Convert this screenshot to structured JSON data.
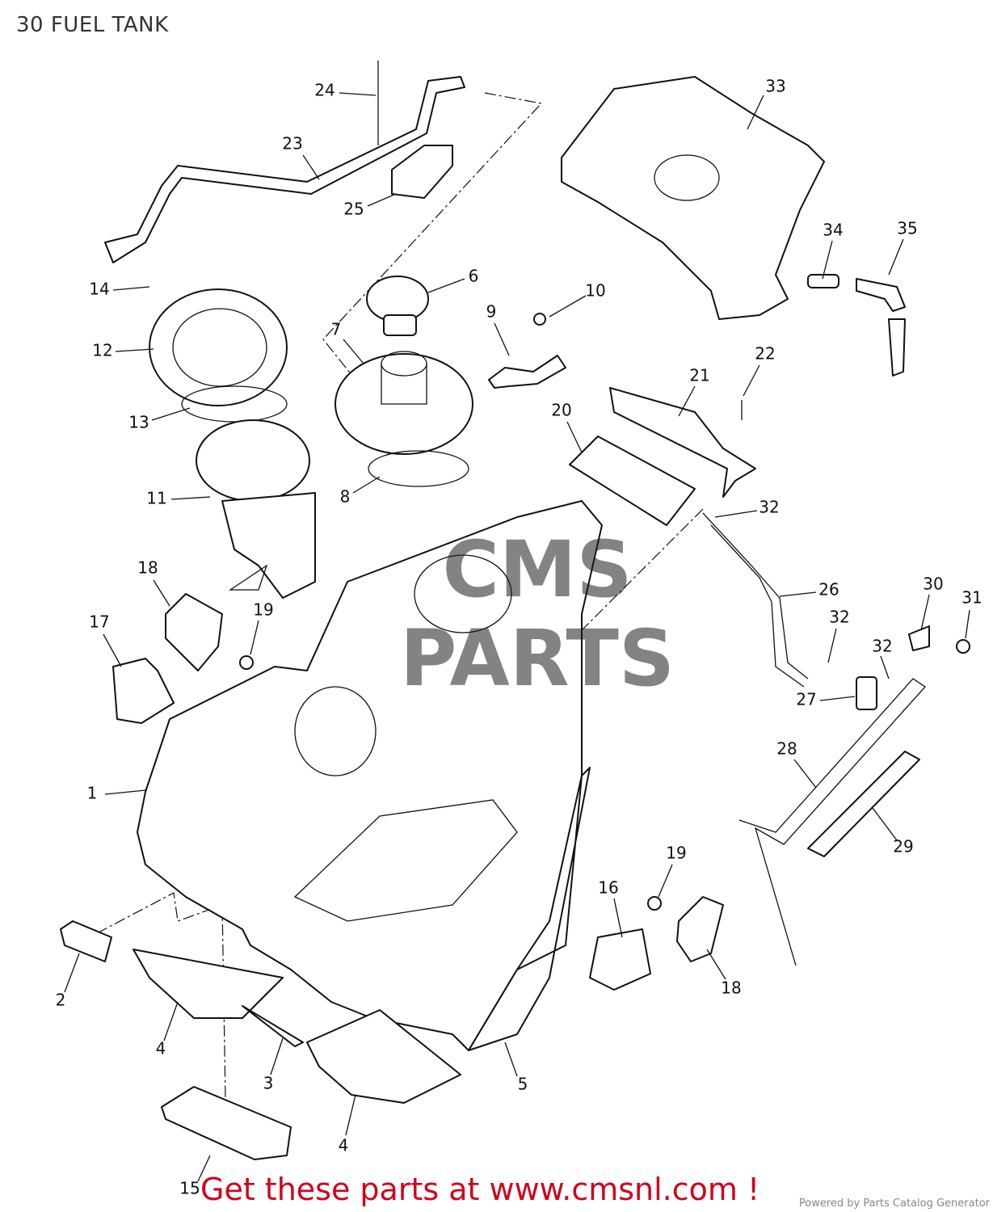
{
  "title": "30 FUEL TANK",
  "callouts": [
    "24",
    "23",
    "25",
    "33",
    "34",
    "35",
    "14",
    "6",
    "10",
    "9",
    "7",
    "12",
    "22",
    "21",
    "13",
    "20",
    "11",
    "8",
    "32",
    "18",
    "26",
    "30",
    "31",
    "19",
    "17",
    "32",
    "32",
    "27",
    "28",
    "1",
    "29",
    "19",
    "16",
    "2",
    "18",
    "4",
    "3",
    "5",
    "4",
    "15"
  ],
  "watermark": "CMS PARTS",
  "footer": {
    "cta": "Get these parts at www.cmsnl.com !",
    "powered_by": "Powered by Parts Catalog Generator"
  },
  "colors": {
    "cta": "#d0021b",
    "line": "#111111"
  }
}
